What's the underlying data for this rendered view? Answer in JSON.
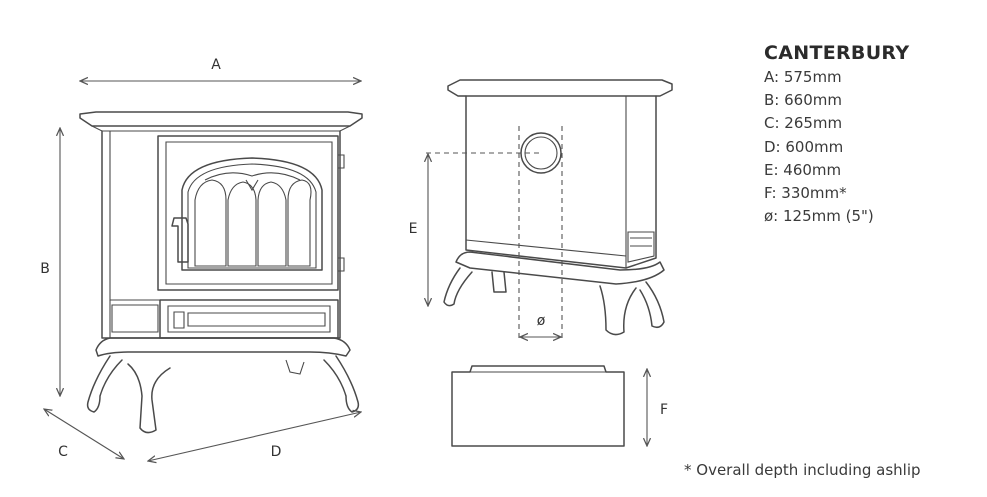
{
  "product": {
    "name": "CANTERBURY",
    "specs": [
      "A: 575mm",
      "B: 660mm",
      "C: 265mm",
      "D: 600mm",
      "E: 460mm",
      "F: 330mm*",
      "ø: 125mm (5\")"
    ]
  },
  "dimension_labels": {
    "a": "A",
    "b": "B",
    "c": "C",
    "d": "D",
    "e": "E",
    "f": "F",
    "flue": "ø"
  },
  "footnote": "* Overall depth including ashlip"
}
